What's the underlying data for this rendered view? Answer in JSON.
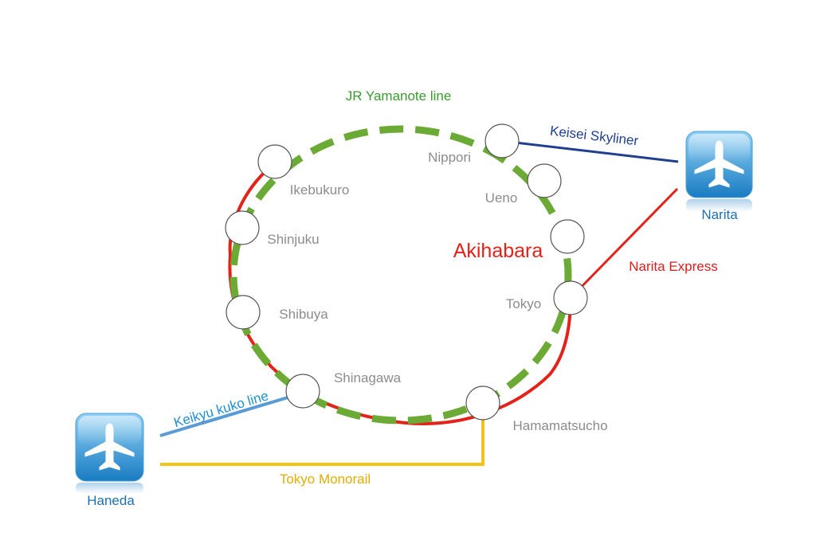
{
  "colors": {
    "background": "#ffffff",
    "yamanote": "#6aaa35",
    "narita_express": "#e32219",
    "keisei": "#1f3f8f",
    "keikyu": "#5b9bd5",
    "monorail": "#f5c316",
    "station_text": "#8c8c8c",
    "highlight_text": "#e32219",
    "airport_text": "#1e6fb0",
    "airport_tile_top": "#8fd0f5",
    "airport_tile_bottom": "#1a7cc2"
  },
  "lines": {
    "yamanote": "JR Yamanote line",
    "keisei": "Keisei Skyliner",
    "narita_express": "Narita Express",
    "keikyu": "Keikyu kuko line",
    "monorail": "Tokyo Monorail"
  },
  "stations": {
    "nippori": "Nippori",
    "ueno": "Ueno",
    "akihabara": "Akihabara",
    "tokyo": "Tokyo",
    "hamamatsucho": "Hamamatsucho",
    "shinagawa": "Shinagawa",
    "shibuya": "Shibuya",
    "shinjuku": "Shinjuku",
    "ikebukuro": "Ikebukuro"
  },
  "airports": {
    "narita": {
      "label": "Narita",
      "icon": "airplane-icon"
    },
    "haneda": {
      "label": "Haneda",
      "icon": "airplane-icon"
    }
  }
}
